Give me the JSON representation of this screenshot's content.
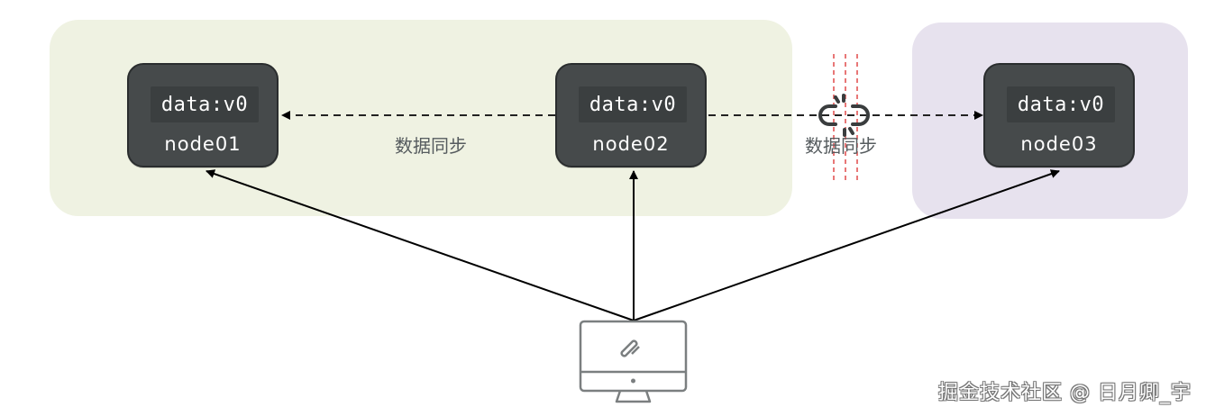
{
  "nodes": [
    {
      "id": "node01",
      "name": "node01",
      "data": "data:v0"
    },
    {
      "id": "node02",
      "name": "node02",
      "data": "data:v0"
    },
    {
      "id": "node03",
      "name": "node03",
      "data": "data:v0"
    }
  ],
  "sync_labels": [
    "数据同步",
    "数据同步"
  ],
  "watermark": "掘金技术社区 @ 日月卿_宇",
  "colors": {
    "group_left_bg": "#eff2e2",
    "group_right_bg": "#e7e2ee",
    "node_bg": "#464a4b",
    "arrow": "#000000",
    "broken_link_stripes": "#e14a4a"
  },
  "icons": [
    "monitor-icon",
    "broken-link-icon"
  ]
}
